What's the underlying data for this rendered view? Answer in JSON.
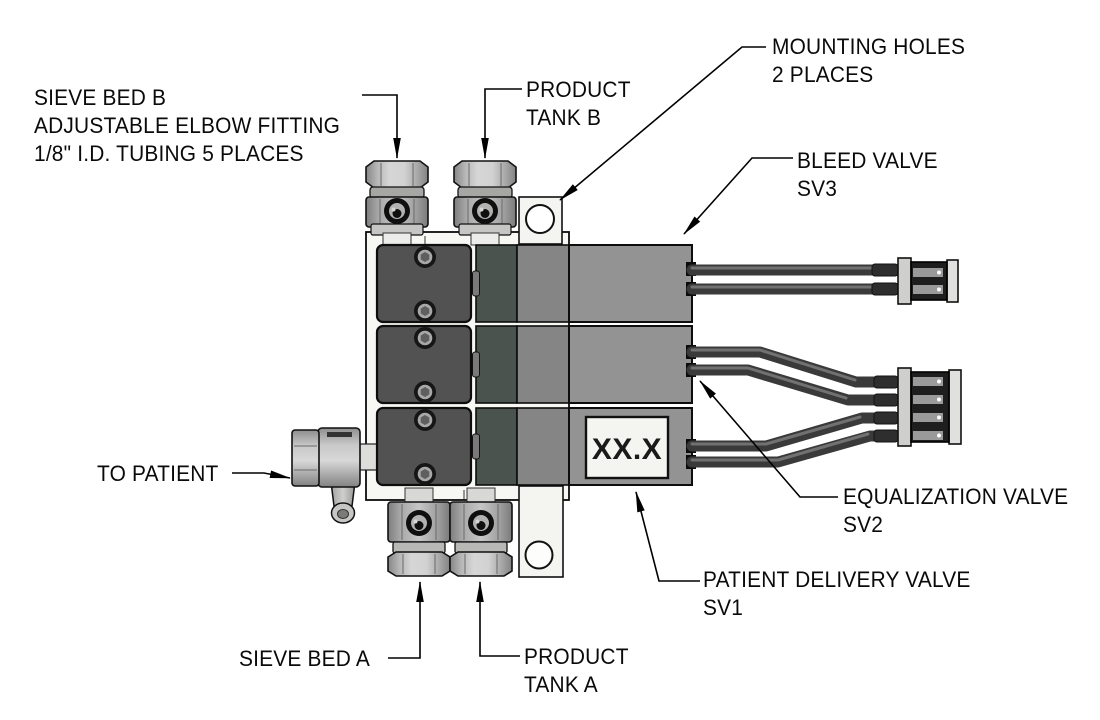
{
  "diagram": {
    "subject": "solenoid-valve-manifold-assembly",
    "display_value": "XX.X",
    "labels": {
      "sieve_bed_b": {
        "line1": "SIEVE BED B",
        "line2": "ADJUSTABLE ELBOW FITTING",
        "line3": "1/8\" I.D. TUBING 5 PLACES"
      },
      "product_tank_b": {
        "line1": "PRODUCT",
        "line2": "TANK B"
      },
      "mounting_holes": {
        "line1": "MOUNTING HOLES",
        "line2": "2 PLACES"
      },
      "bleed_valve": {
        "line1": "BLEED VALVE",
        "line2": "SV3"
      },
      "equalization_valve": {
        "line1": "EQUALIZATION VALVE",
        "line2": "SV2"
      },
      "patient_delivery_valve": {
        "line1": "PATIENT DELIVERY VALVE",
        "line2": "SV1"
      },
      "to_patient": {
        "line1": "TO PATIENT"
      },
      "sieve_bed_a": {
        "line1": "SIEVE BED A"
      },
      "product_tank_a": {
        "line1": "PRODUCT",
        "line2": "TANK A"
      }
    },
    "colors": {
      "line": "#000000",
      "valve_block_dark": "#525252",
      "valve_mid_dark": "#4b534e",
      "valve_mid_gray": "#858585",
      "solenoid_gray": "#939393",
      "plate_white": "#f7f7f4",
      "wire_dark": "#3a3a3a"
    }
  }
}
